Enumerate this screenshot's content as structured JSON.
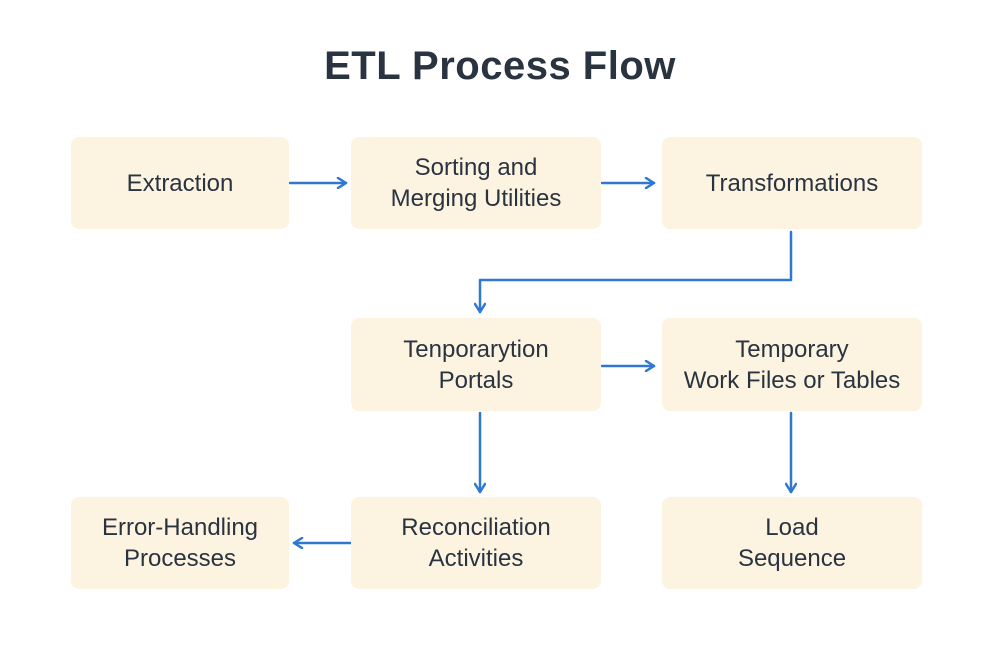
{
  "diagram": {
    "title": "ETL Process Flow",
    "nodes": {
      "extraction": {
        "lines": [
          "Extraction"
        ]
      },
      "sorting_merging": {
        "lines": [
          "Sorting and",
          "Merging Utilities"
        ]
      },
      "transformations": {
        "lines": [
          "Transformations"
        ]
      },
      "temporary_portals": {
        "lines": [
          "Tenporarytion",
          "Portals"
        ]
      },
      "temporary_work_files": {
        "lines": [
          "Temporary",
          "Work Files or Tables"
        ]
      },
      "error_handling": {
        "lines": [
          "Error-Handling",
          "Processes"
        ]
      },
      "reconciliation": {
        "lines": [
          "Reconciliation",
          "Activities"
        ]
      },
      "load_sequence": {
        "lines": [
          "Load",
          "Sequence"
        ]
      }
    },
    "edges": [
      {
        "from": "Extraction",
        "to": "Sorting and Merging Utilities"
      },
      {
        "from": "Sorting and Merging Utilities",
        "to": "Transformations"
      },
      {
        "from": "Transformations",
        "to": "Tenporarytion Portals"
      },
      {
        "from": "Tenporarytion Portals",
        "to": "Temporary Work Files or Tables"
      },
      {
        "from": "Tenporarytion Portals",
        "to": "Reconciliation Activities"
      },
      {
        "from": "Temporary Work Files or Tables",
        "to": "Load Sequence"
      },
      {
        "from": "Reconciliation Activities",
        "to": "Error-Handling Processes"
      }
    ],
    "colors": {
      "box_fill": "#fdf3e1",
      "arrow": "#2f78d2",
      "text": "#2a3441"
    }
  }
}
